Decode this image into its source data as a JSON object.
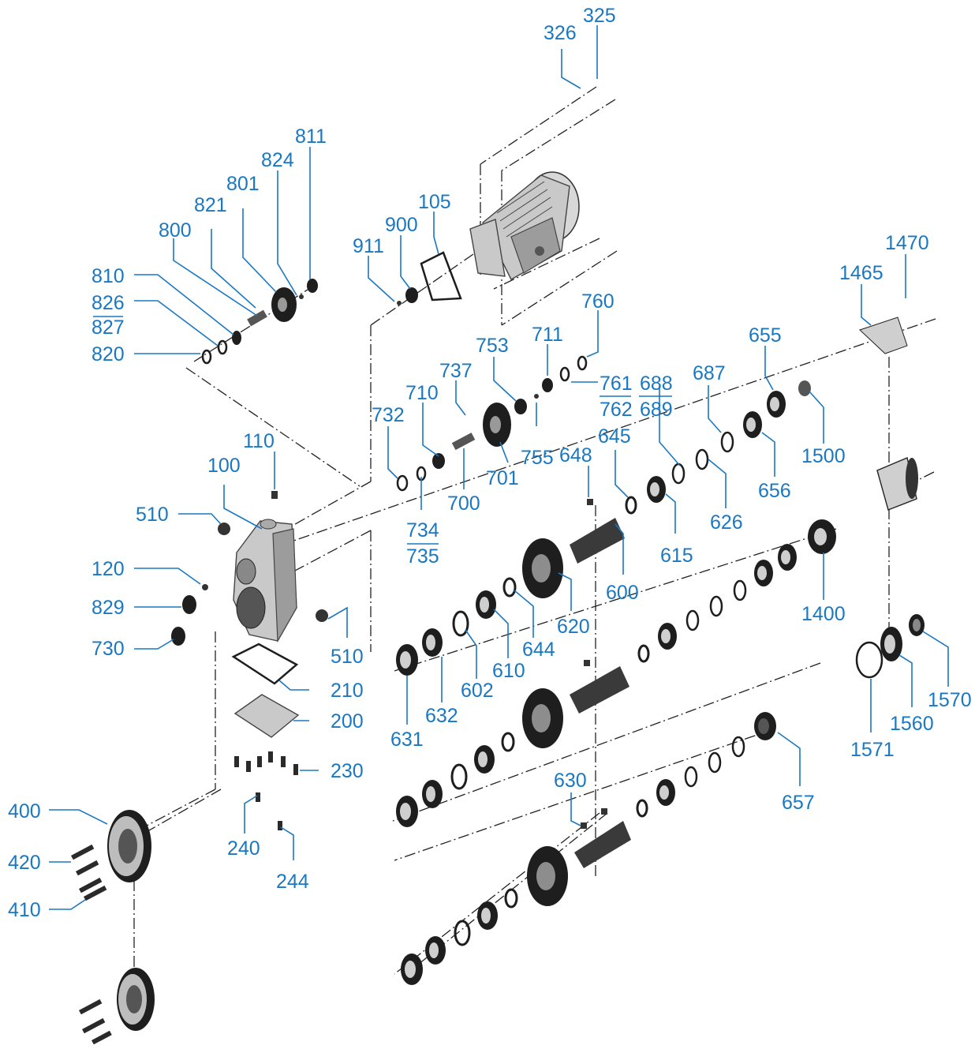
{
  "colors": {
    "label": "#1a78c2",
    "ink": "#1e1e1e",
    "metal": "#c9c9c9"
  },
  "labels": [
    {
      "id": "p325",
      "text": "325"
    },
    {
      "id": "p326",
      "text": "326"
    },
    {
      "id": "p811",
      "text": "811"
    },
    {
      "id": "p824",
      "text": "824"
    },
    {
      "id": "p801",
      "text": "801"
    },
    {
      "id": "p821",
      "text": "821"
    },
    {
      "id": "p800",
      "text": "800"
    },
    {
      "id": "p810",
      "text": "810"
    },
    {
      "id": "p826",
      "text": "826"
    },
    {
      "id": "p827",
      "text": "827"
    },
    {
      "id": "p820",
      "text": "820"
    },
    {
      "id": "p105",
      "text": "105"
    },
    {
      "id": "p900",
      "text": "900"
    },
    {
      "id": "p911",
      "text": "911"
    },
    {
      "id": "p760",
      "text": "760"
    },
    {
      "id": "p711",
      "text": "711"
    },
    {
      "id": "p753",
      "text": "753"
    },
    {
      "id": "p737",
      "text": "737"
    },
    {
      "id": "p710",
      "text": "710"
    },
    {
      "id": "p732",
      "text": "732"
    },
    {
      "id": "p761",
      "text": "761"
    },
    {
      "id": "p762",
      "text": "762"
    },
    {
      "id": "p688",
      "text": "688"
    },
    {
      "id": "p689",
      "text": "689"
    },
    {
      "id": "p687",
      "text": "687"
    },
    {
      "id": "p655",
      "text": "655"
    },
    {
      "id": "p1470",
      "text": "1470"
    },
    {
      "id": "p1465",
      "text": "1465"
    },
    {
      "id": "p755",
      "text": "755"
    },
    {
      "id": "p701",
      "text": "701"
    },
    {
      "id": "p700",
      "text": "700"
    },
    {
      "id": "p734",
      "text": "734"
    },
    {
      "id": "p735",
      "text": "735"
    },
    {
      "id": "p110",
      "text": "110"
    },
    {
      "id": "p100",
      "text": "100"
    },
    {
      "id": "p510a",
      "text": "510"
    },
    {
      "id": "p648",
      "text": "648"
    },
    {
      "id": "p645",
      "text": "645"
    },
    {
      "id": "p1500",
      "text": "1500"
    },
    {
      "id": "p656",
      "text": "656"
    },
    {
      "id": "p626",
      "text": "626"
    },
    {
      "id": "p615",
      "text": "615"
    },
    {
      "id": "p600",
      "text": "600"
    },
    {
      "id": "p120",
      "text": "120"
    },
    {
      "id": "p829",
      "text": "829"
    },
    {
      "id": "p730",
      "text": "730"
    },
    {
      "id": "p510b",
      "text": "510"
    },
    {
      "id": "p620",
      "text": "620"
    },
    {
      "id": "p644",
      "text": "644"
    },
    {
      "id": "p610",
      "text": "610"
    },
    {
      "id": "p602",
      "text": "602"
    },
    {
      "id": "p1400",
      "text": "1400"
    },
    {
      "id": "p210",
      "text": "210"
    },
    {
      "id": "p632",
      "text": "632"
    },
    {
      "id": "p631",
      "text": "631"
    },
    {
      "id": "p200",
      "text": "200"
    },
    {
      "id": "p1570",
      "text": "1570"
    },
    {
      "id": "p1560",
      "text": "1560"
    },
    {
      "id": "p1571",
      "text": "1571"
    },
    {
      "id": "p230",
      "text": "230"
    },
    {
      "id": "p630",
      "text": "630"
    },
    {
      "id": "p657",
      "text": "657"
    },
    {
      "id": "p400",
      "text": "400"
    },
    {
      "id": "p240",
      "text": "240"
    },
    {
      "id": "p420",
      "text": "420"
    },
    {
      "id": "p244",
      "text": "244"
    },
    {
      "id": "p410",
      "text": "410"
    }
  ]
}
